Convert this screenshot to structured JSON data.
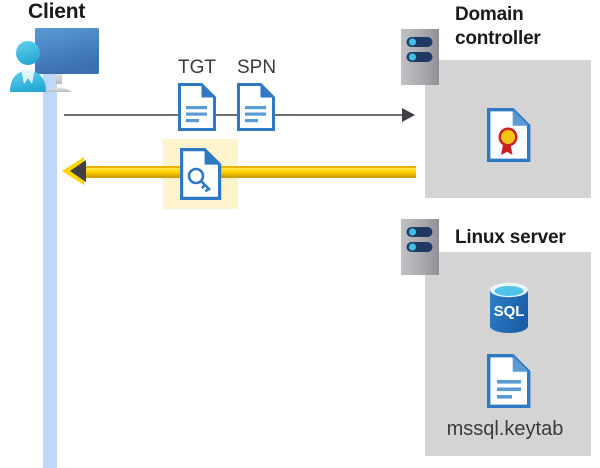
{
  "diagram": {
    "title_client": "Client",
    "title_domain_controller": "Domain controller",
    "title_linux_server": "Linux server",
    "labels": {
      "tgt": "TGT",
      "spn": "SPN",
      "keytab_file": "mssql.keytab"
    },
    "icons": {
      "client": "user-at-desktop-icon",
      "tgt_document": "document-icon",
      "spn_document": "document-icon",
      "key_document": "key-document-icon",
      "domain_controller_server": "server-rack-icon",
      "linux_server": "server-rack-icon",
      "certificate": "certificate-document-icon",
      "sql_database": "sql-database-icon",
      "keytab_document": "document-icon"
    },
    "flows": [
      {
        "name": "request-flow",
        "direction": "client-to-domain-controller",
        "style": "thin-gray-arrow",
        "carries": [
          "TGT",
          "SPN"
        ]
      },
      {
        "name": "response-flow",
        "direction": "domain-controller-to-client",
        "style": "thick-yellow-arrow",
        "carries": [
          "key-document"
        ]
      }
    ],
    "colors": {
      "panel_gray": "#d4d4d4",
      "lifeline_blue": "#bed8fb",
      "highlight_yellow": "#fdf3cd",
      "arrow_yellow": "#ffd400",
      "arrow_gray": "#6f6f76",
      "accent_blue": "#2f78c4",
      "sql_blue": "#1f6bb8",
      "cert_gold": "#f5c518",
      "cert_red": "#cc1f1f",
      "text_dark": "#1a1a1a"
    }
  }
}
